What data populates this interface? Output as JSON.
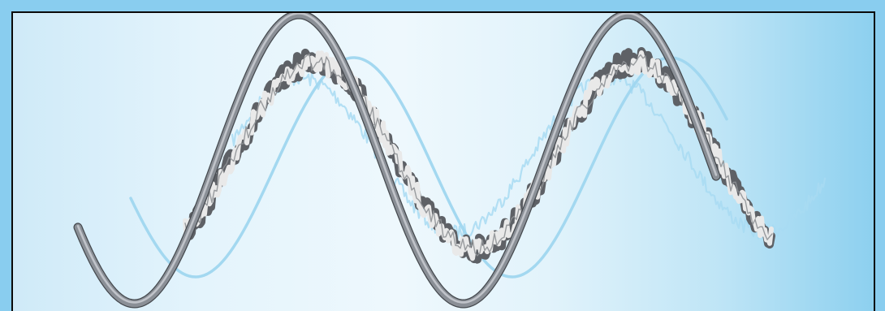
{
  "figure": {
    "description_colors": {
      "frame": "#89cdef",
      "panel_left": "#cfeaf8",
      "panel_right": "#8dd0ef",
      "smooth_wave": "#8a8f96",
      "noisy_wave": "#9a9a9a",
      "ghost_wave": "#a6d8f0"
    },
    "waves": [
      {
        "id": "smooth-gray-sine",
        "style": "tube",
        "color": "#8a8f96"
      },
      {
        "id": "light-blue-sine",
        "style": "thin",
        "color": "#9fd6ef"
      },
      {
        "id": "noisy-gray-wave",
        "style": "noisy-ribbon",
        "color": "#a3a3a3"
      },
      {
        "id": "noisy-ghost-wave",
        "style": "noisy-faint",
        "color": "#a8dbf2"
      }
    ]
  }
}
